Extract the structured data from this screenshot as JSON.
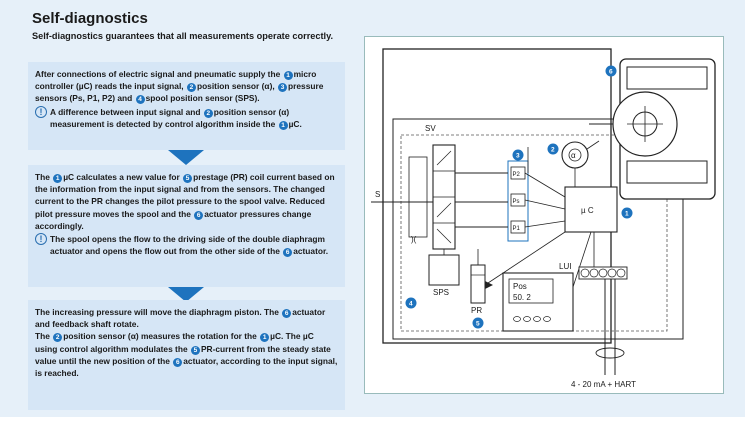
{
  "title": "Self-diagnostics",
  "subtitle": "Self-diagnostics guarantees that all measurements operate correctly.",
  "colors": {
    "accent": "#1e73be",
    "panel": "#d6e6f6",
    "background": "#e6f0f9"
  },
  "step1": {
    "text_a": "After connections of electric signal and pneumatic supply the ",
    "n1": "1",
    "text_b": "micro controller (µC) reads the input signal, ",
    "n2": "2",
    "text_c": "position sensor (α), ",
    "n3": "3",
    "text_d": "pressure sensors (Ps, P1, P2) and ",
    "n4": "4",
    "text_e": "spool position sensor (SPS).",
    "note_icon": "!",
    "note_a": "A difference between input signal and ",
    "note_n2": "2",
    "note_b": "position sensor (α) measurement is detected by control algorithm inside the ",
    "note_n1": "1",
    "note_c": "µC."
  },
  "step2": {
    "text_a": "The ",
    "n1": "1",
    "text_b": "µC calculates a new value for ",
    "n5": "5",
    "text_c": "prestage (PR) coil current based on the information from the input signal and from the sensors. The changed current to the PR changes the pilot pressure to the spool valve. Reduced pilot pressure moves the spool and the ",
    "n6": "6",
    "text_d": "actuator pressures change accordingly.",
    "note_icon": "!",
    "note_a": "The spool opens the flow to the driving side of the double diaphragm actuator and opens the flow out from the other side of the ",
    "note_n6": "6",
    "note_b": "actuator."
  },
  "step3": {
    "text_a": "The increasing pressure will move the diaphragm piston. The ",
    "n6a": "6",
    "text_b": "actuator and feedback shaft rotate.",
    "text_c": "The ",
    "n2": "2",
    "text_d": "position sensor (α) measures the rotation for the ",
    "n1": "1",
    "text_e": "µC. The µC using control algorithm modulates the ",
    "n5": "5",
    "text_f": "PR-current from the steady state value until the new position of the ",
    "n6b": "6",
    "text_g": "actuator, according to the input signal, is reached."
  },
  "diagram": {
    "sv_label": "SV",
    "s_label": "S",
    "sps_label": "SPS",
    "pr_label": "PR",
    "uc_label": "µ C",
    "lui_label": "LUI",
    "pos_label": "Pos",
    "pos_value": "50. 2",
    "alpha_label": "α",
    "ps_label": "Ps",
    "p1_label": "P1",
    "p2_label": "P2",
    "signal_label": "4 - 20 mA + HART",
    "badge1": "1",
    "badge2": "2",
    "badge3": "3",
    "badge4": "4",
    "badge5": "5",
    "badge6": "6"
  }
}
